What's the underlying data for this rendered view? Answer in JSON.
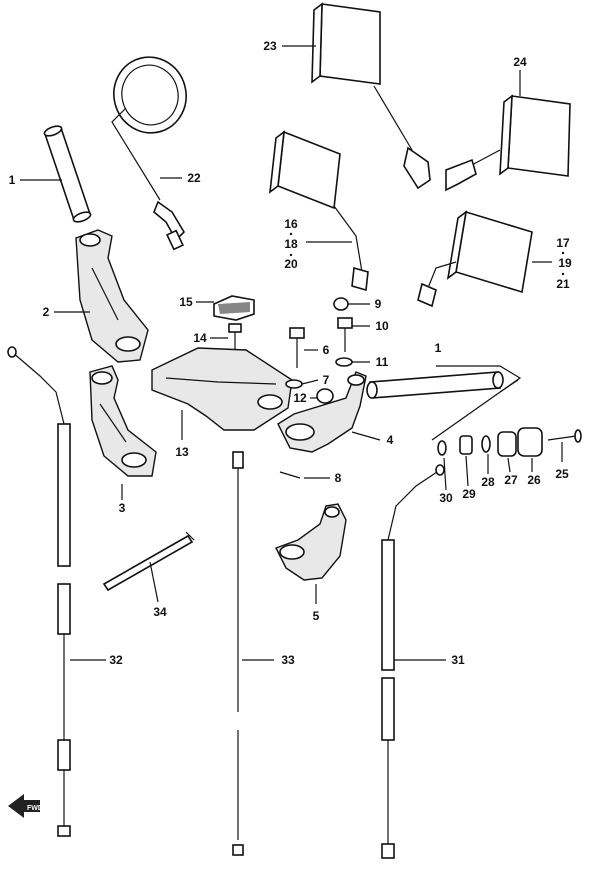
{
  "callouts": [
    {
      "id": "c1a",
      "text": "1"
    },
    {
      "id": "c1b",
      "text": "1"
    },
    {
      "id": "c2",
      "text": "2"
    },
    {
      "id": "c3",
      "text": "3"
    },
    {
      "id": "c4",
      "text": "4"
    },
    {
      "id": "c5",
      "text": "5"
    },
    {
      "id": "c6",
      "text": "6"
    },
    {
      "id": "c7",
      "text": "7"
    },
    {
      "id": "c8",
      "text": "8"
    },
    {
      "id": "c9",
      "text": "9"
    },
    {
      "id": "c10",
      "text": "10"
    },
    {
      "id": "c11",
      "text": "11"
    },
    {
      "id": "c12",
      "text": "12"
    },
    {
      "id": "c13",
      "text": "13"
    },
    {
      "id": "c14",
      "text": "14"
    },
    {
      "id": "c15",
      "text": "15"
    },
    {
      "id": "c16",
      "text": "16"
    },
    {
      "id": "c17",
      "text": "17"
    },
    {
      "id": "c18",
      "text": "18"
    },
    {
      "id": "c19",
      "text": "19"
    },
    {
      "id": "c20",
      "text": "20"
    },
    {
      "id": "c21",
      "text": "21"
    },
    {
      "id": "c22",
      "text": "22"
    },
    {
      "id": "c23",
      "text": "23"
    },
    {
      "id": "c24",
      "text": "24"
    },
    {
      "id": "c25",
      "text": "25"
    },
    {
      "id": "c26",
      "text": "26"
    },
    {
      "id": "c27",
      "text": "27"
    },
    {
      "id": "c28",
      "text": "28"
    },
    {
      "id": "c29",
      "text": "29"
    },
    {
      "id": "c30",
      "text": "30"
    },
    {
      "id": "c31",
      "text": "31"
    },
    {
      "id": "c32",
      "text": "32"
    },
    {
      "id": "c33",
      "text": "33"
    },
    {
      "id": "c34",
      "text": "34"
    }
  ],
  "front_arrow": {
    "text": "FWD",
    "icon": "front-direction-arrow-icon"
  }
}
